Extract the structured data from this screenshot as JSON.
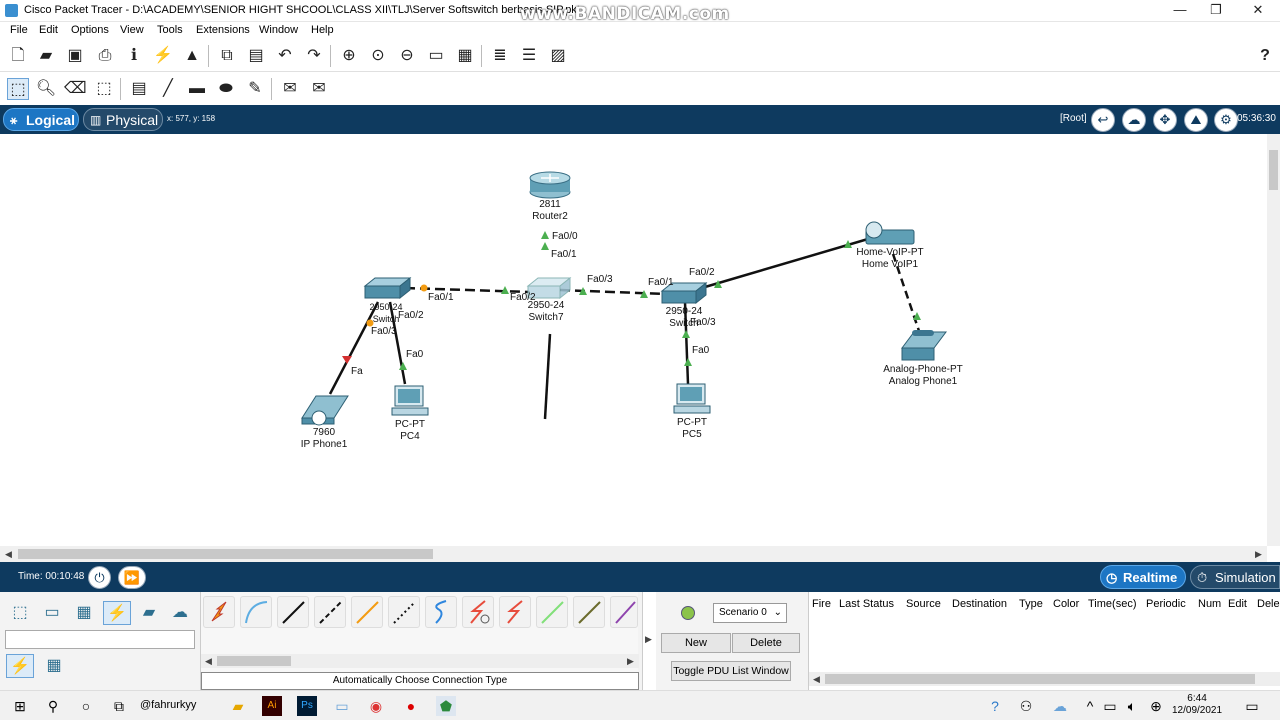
{
  "window": {
    "title": "Cisco Packet Tracer - D:\\ACADEMY\\SENIOR HIGHT SHCOOL\\CLASS XII\\TLJ\\Server Softswitch berbasis SIP.pkt",
    "watermark": "www.BANDICAM.com",
    "minimize": "—",
    "maximize": "❐",
    "close": "✕"
  },
  "menu": [
    "File",
    "Edit",
    "Options",
    "View",
    "Tools",
    "Extensions",
    "Window",
    "Help"
  ],
  "help_icon": "?",
  "logicbar": {
    "logical_label": "Logical",
    "physical_label": "Physical",
    "coords": "x: 577, y: 158",
    "root_label": "[Root]",
    "time": "05:36:30"
  },
  "devices": {
    "router": {
      "model": "2811",
      "name": "Router2"
    },
    "switch_left": {
      "model": "2950-24",
      "name": "Switch"
    },
    "switch_mid": {
      "model": "2950-24",
      "name": "Switch7"
    },
    "switch_right": {
      "model": "2950-24",
      "name": "Switch"
    },
    "home_voip": {
      "model": "Home-VoIP-PT",
      "name": "Home VoIP1"
    },
    "analog_phone": {
      "model": "Analog-Phone-PT",
      "name": "Analog Phone1"
    },
    "ip_phone": {
      "model": "7960",
      "name": "IP Phone1"
    },
    "pc4": {
      "model": "PC-PT",
      "name": "PC4"
    },
    "pc5": {
      "model": "PC-PT",
      "name": "PC5"
    }
  },
  "ports": {
    "r_fa00": "Fa0/0",
    "s7_fa01_up": "Fa0/1",
    "sl_fa01": "Fa0/1",
    "s7_fa02": "Fa0/2",
    "s7_fa03": "Fa0/3",
    "sr_fa01": "Fa0/1",
    "sr_fa02": "Fa0/2",
    "sl_fa02": "Fa0/2",
    "sl_fa03": "Fa0/3",
    "pc4_fa0": "Fa0",
    "ipphone_fa": "Fa",
    "sr_fa03": "Fa0/3",
    "pc5_fa0": "Fa0"
  },
  "timebar": {
    "time": "Time: 00:10:48",
    "realtime": "Realtime",
    "simulation": "Simulation"
  },
  "scenario": {
    "selected": "Scenario 0",
    "new": "New",
    "delete": "Delete",
    "toggle": "Toggle PDU List Window"
  },
  "connection_label": "Automatically Choose Connection Type",
  "pdu_headers": [
    "Fire",
    "Last Status",
    "Source",
    "Destination",
    "Type",
    "Color",
    "Time(sec)",
    "Periodic",
    "Num",
    "Edit",
    "Dele"
  ],
  "taskbar": {
    "user": "@fahrurkyy",
    "clock_time": "6:44",
    "clock_date": "12/09/2021"
  },
  "colors": {
    "accent_blue": "#1d76c4",
    "bar_navy": "#0e3a5f",
    "link_green": "#4caf50",
    "link_red": "#d32f2f",
    "link_orange": "#f39c12"
  }
}
